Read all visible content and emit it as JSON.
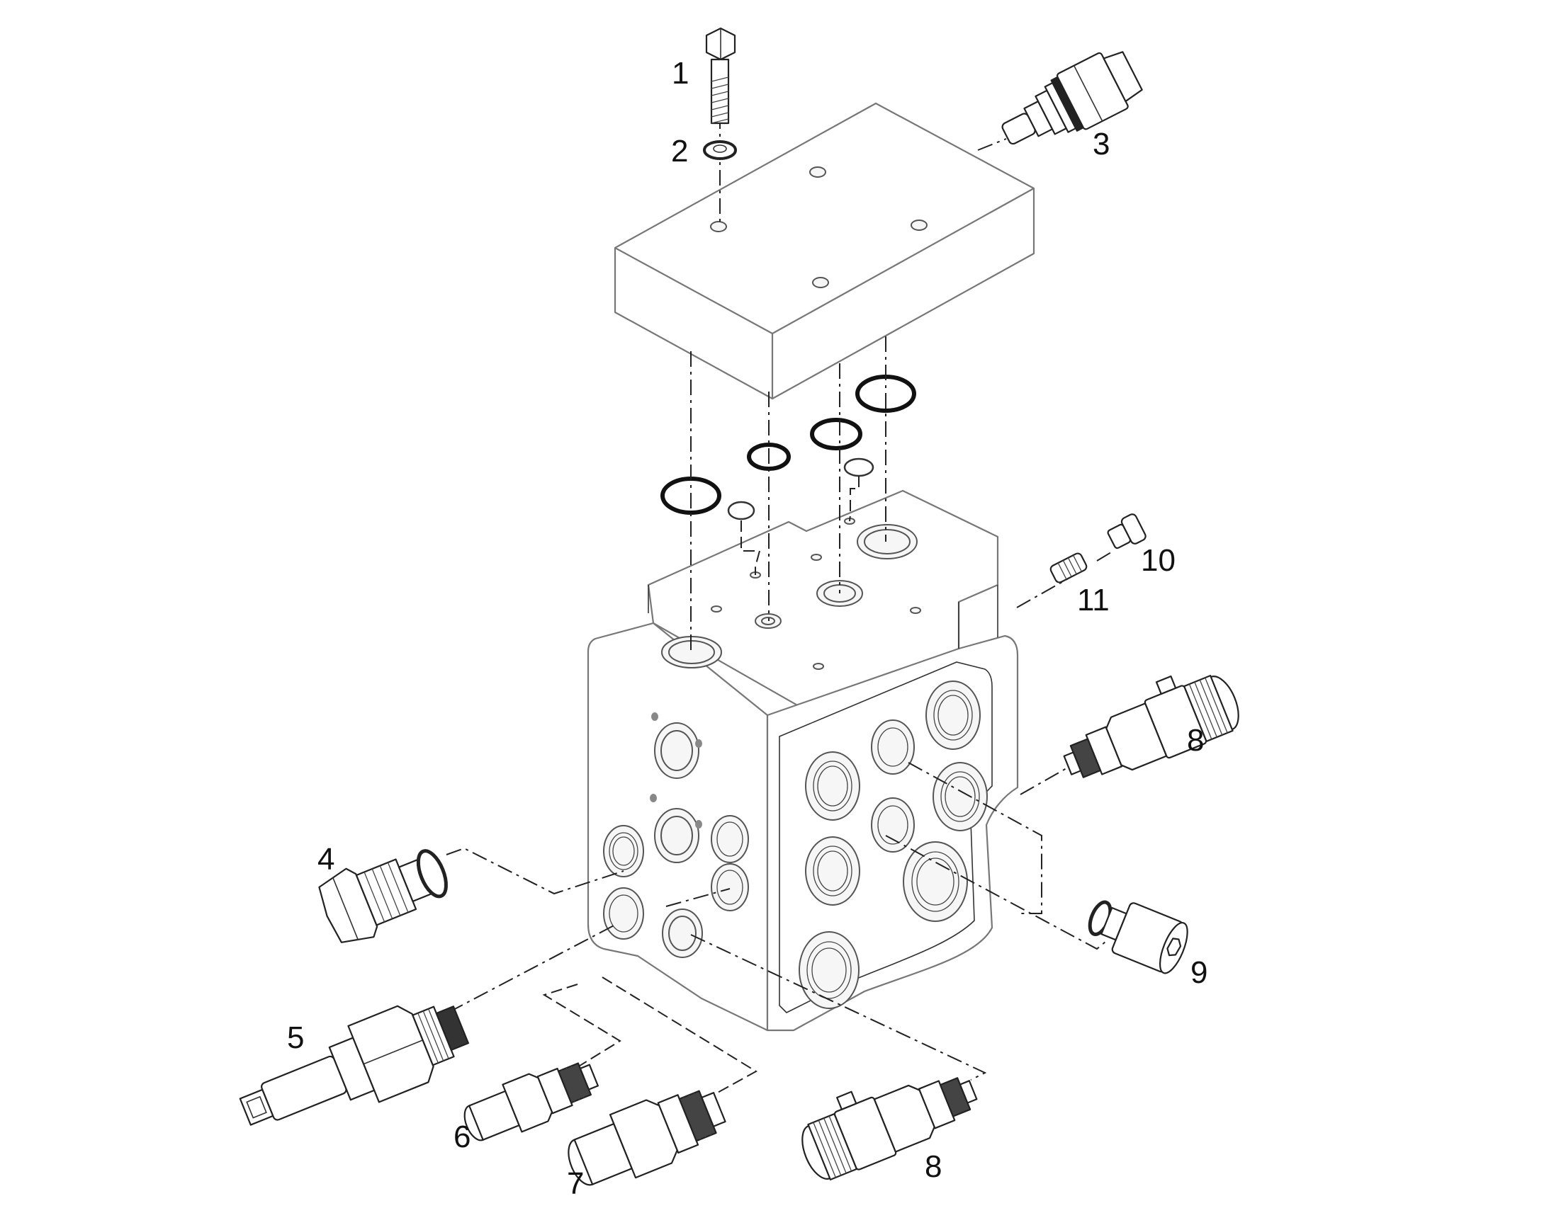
{
  "callouts": {
    "c1": "1",
    "c2": "2",
    "c3": "3",
    "c4": "4",
    "c5": "5",
    "c6": "6",
    "c7": "7",
    "c8a": "8",
    "c8b": "8",
    "c9": "9",
    "c10": "10",
    "c11": "11"
  },
  "parts": [
    {
      "number": "1",
      "icon": "bolt-icon"
    },
    {
      "number": "2",
      "icon": "washer-icon"
    },
    {
      "number": "3",
      "icon": "cartridge-valve-icon"
    },
    {
      "number": "4",
      "icon": "plug-icon"
    },
    {
      "number": "5",
      "icon": "solenoid-valve-icon"
    },
    {
      "number": "6",
      "icon": "check-valve-icon"
    },
    {
      "number": "7",
      "icon": "relief-valve-icon"
    },
    {
      "number": "8",
      "icon": "solenoid-cartridge-icon"
    },
    {
      "number": "9",
      "icon": "hex-plug-icon"
    },
    {
      "number": "10",
      "icon": "small-plug-icon"
    },
    {
      "number": "11",
      "icon": "set-screw-icon"
    }
  ]
}
